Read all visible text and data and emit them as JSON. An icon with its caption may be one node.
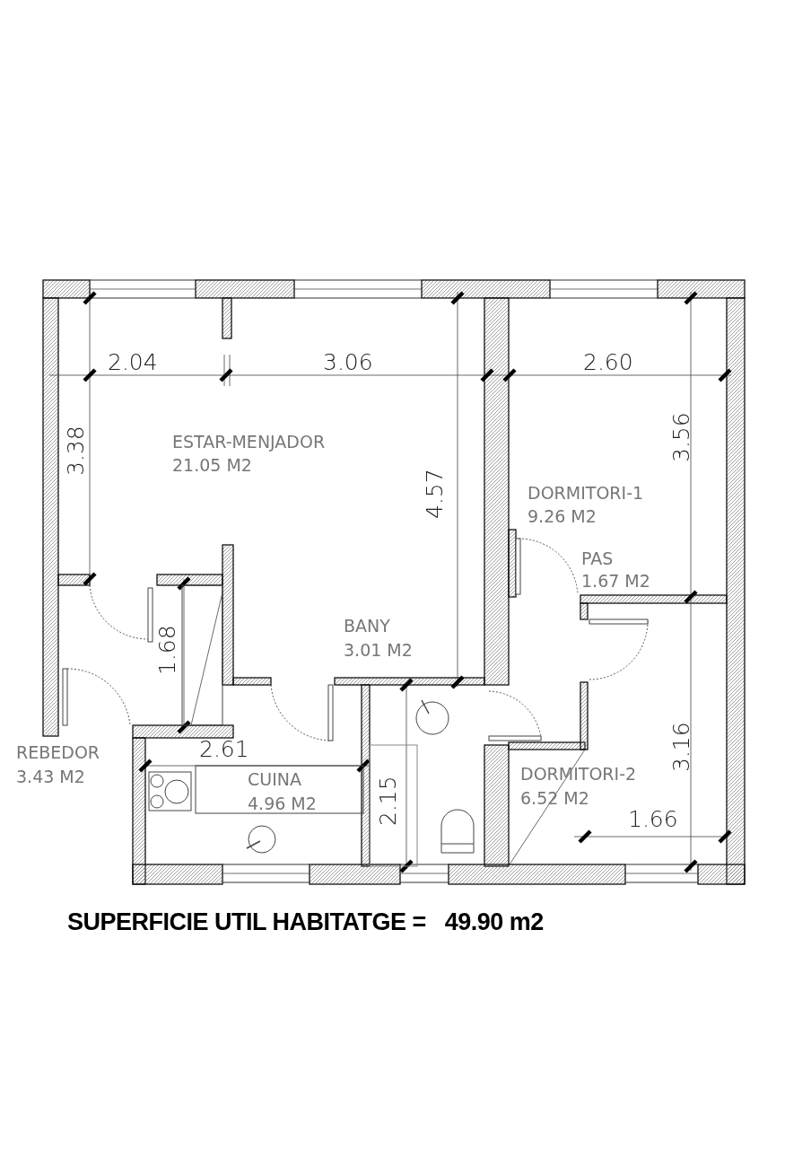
{
  "diagram": {
    "caption": "SUPERFICIE UTIL HABITATGE =   49.90 m2",
    "labels": [
      "2.04",
      "3.06",
      "2.60",
      "ESTAR-MENJADOR",
      "21.05 M2",
      "3.38",
      "3.56",
      "4.57",
      "DORMITORI-1",
      "9.26 M2",
      "PAS",
      "1.67 M2",
      "BANY",
      "3.01 M2",
      "1.68",
      "3.16",
      "REBEDOR",
      "2.61",
      "3.43 M2",
      "CUINA",
      "2.15",
      "DORMITORI-2",
      "4.96 M2",
      "6.52 M2",
      "1.66"
    ]
  }
}
